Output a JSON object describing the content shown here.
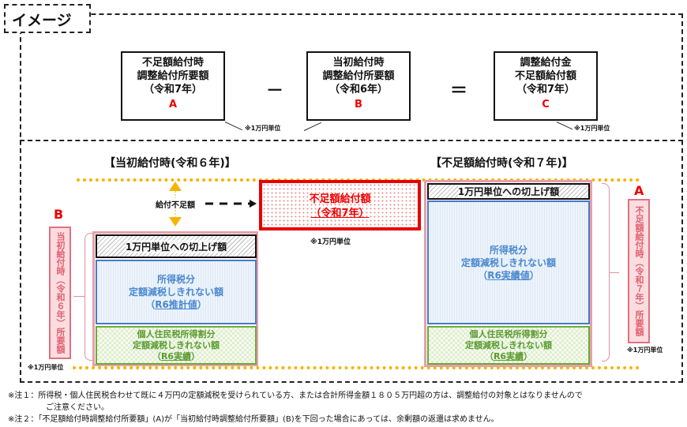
{
  "tag": "イメージ",
  "formula": {
    "a": {
      "lines": [
        "不足額給付時",
        "調整給付所要額",
        "（令和7年）"
      ],
      "letter": "A"
    },
    "minus": "－",
    "b": {
      "lines": [
        "当初給付時",
        "調整給付所要額",
        "（令和6年）"
      ],
      "letter": "B"
    },
    "equals": "＝",
    "c": {
      "lines": [
        "調整給付金",
        "不足額給付額",
        "（令和7年）"
      ],
      "letter": "C"
    },
    "unit_note": "※1万円単位"
  },
  "left": {
    "header": "【当初給付時(令和６年)】",
    "letter": "B",
    "vertical_label": "当初給付時（令和６年）所要額",
    "round_up": "1万円単位への切上げ額",
    "income_tax": [
      "所得税分",
      "定額減税しきれない額",
      "（",
      "R6推計値",
      "）"
    ],
    "resident_tax": [
      "個人住民税所得割分",
      "定額減税しきれない額",
      "（",
      "R6実績",
      "）"
    ],
    "unit_note": "※1万円単位"
  },
  "middle": {
    "shortfall_label": "給付不足額",
    "box": [
      "不足額給付額",
      "（令和7年）"
    ],
    "unit_note": "※1万円単位"
  },
  "right": {
    "header": "【不足額給付時(令和７年)】",
    "letter": "A",
    "vertical_label": "不足額給付時（令和７年）所要額",
    "round_up": "1万円単位への切上げ額",
    "income_tax": [
      "所得税分",
      "定額減税しきれない額",
      "（",
      "R6実績値",
      "）"
    ],
    "resident_tax": [
      "個人住民税所得割分",
      "定額減税しきれない額",
      "（",
      "R6実績",
      "）"
    ],
    "unit_note": "※1万円単位"
  },
  "notes": [
    "※注１：所得税・個人住民税合わせて既に４万円の定額減税を受けられている方、または合計所得金額１８０５万円超の方は、調整給付の対象とはなりませんので",
    "ご注意ください。",
    "※注２：「不足額給付時調整給付所要額」(A)が「当初給付時調整給付所要額」(B)を下回った場合にあっては、余剰額の返還は求めません。"
  ],
  "colors": {
    "accent_red": "#e60000",
    "yellow": "#f5b400",
    "blue": "#4a88d0",
    "green": "#5a9a30",
    "pink": "#e06070"
  }
}
